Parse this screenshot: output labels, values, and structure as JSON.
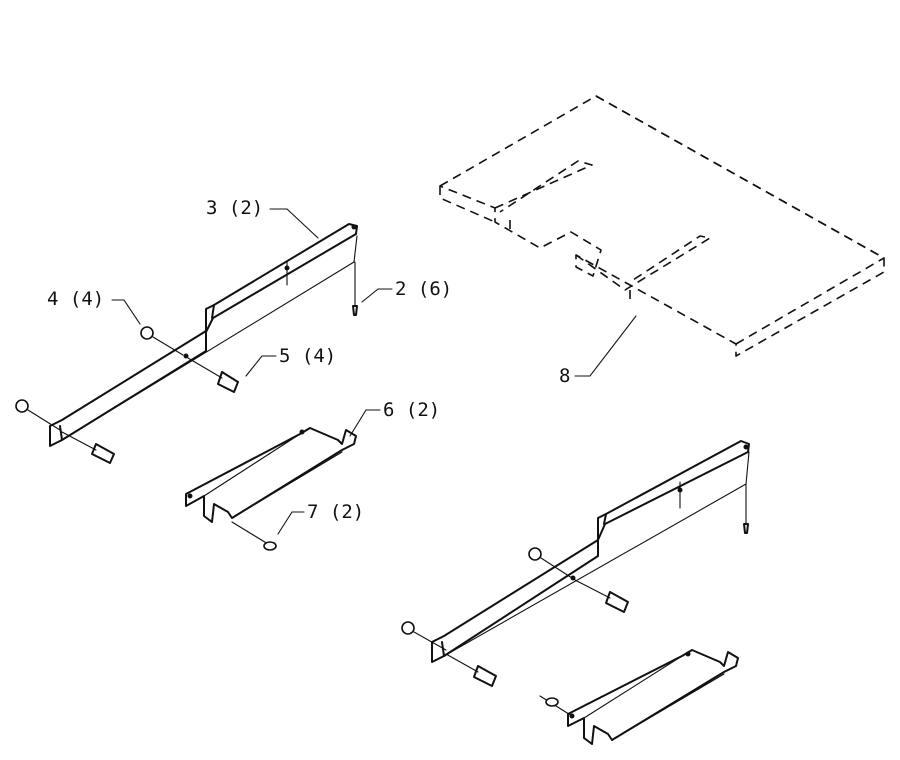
{
  "diagram": {
    "callouts": [
      {
        "id": "p2",
        "text": "2 (6)"
      },
      {
        "id": "p3",
        "text": "3 (2)"
      },
      {
        "id": "p4",
        "text": "4 (4)"
      },
      {
        "id": "p5",
        "text": "5 (4)"
      },
      {
        "id": "p6",
        "text": "6 (2)"
      },
      {
        "id": "p7",
        "text": "7 (2)"
      },
      {
        "id": "p8",
        "text": "8"
      }
    ],
    "colors": {
      "ink": "#111111",
      "paper": "#ffffff"
    }
  }
}
